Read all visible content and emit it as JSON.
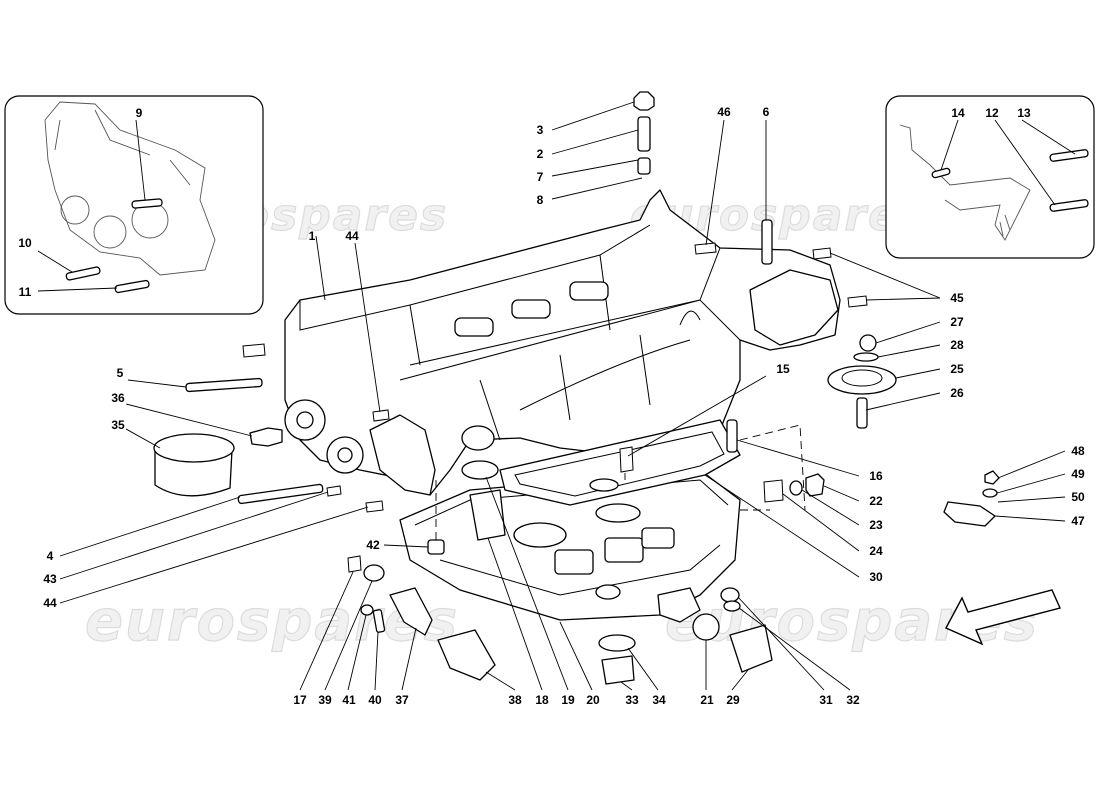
{
  "watermark": "eurospares",
  "callouts": {
    "c1": "1",
    "c2": "2",
    "c3": "3",
    "c4": "4",
    "c5": "5",
    "c6": "6",
    "c7": "7",
    "c8": "8",
    "c9": "9",
    "c10": "10",
    "c11": "11",
    "c12": "12",
    "c13": "13",
    "c14": "14",
    "c15": "15",
    "c16": "16",
    "c17": "17",
    "c18": "18",
    "c19": "19",
    "c20": "20",
    "c21": "21",
    "c22": "22",
    "c23": "23",
    "c24": "24",
    "c25": "25",
    "c26": "26",
    "c27": "27",
    "c28": "28",
    "c29": "29",
    "c30": "30",
    "c31": "31",
    "c32": "32",
    "c33": "33",
    "c34": "34",
    "c35": "35",
    "c36": "36",
    "c37": "37",
    "c38": "38",
    "c39": "39",
    "c40": "40",
    "c41": "41",
    "c42": "42",
    "c43": "43",
    "c44a": "44",
    "c44b": "44",
    "c45": "45",
    "c46": "46",
    "c47": "47",
    "c48": "48",
    "c49": "49",
    "c50": "50"
  },
  "colors": {
    "line": "#000000",
    "background": "#ffffff",
    "watermark": "#dcdcdc"
  }
}
